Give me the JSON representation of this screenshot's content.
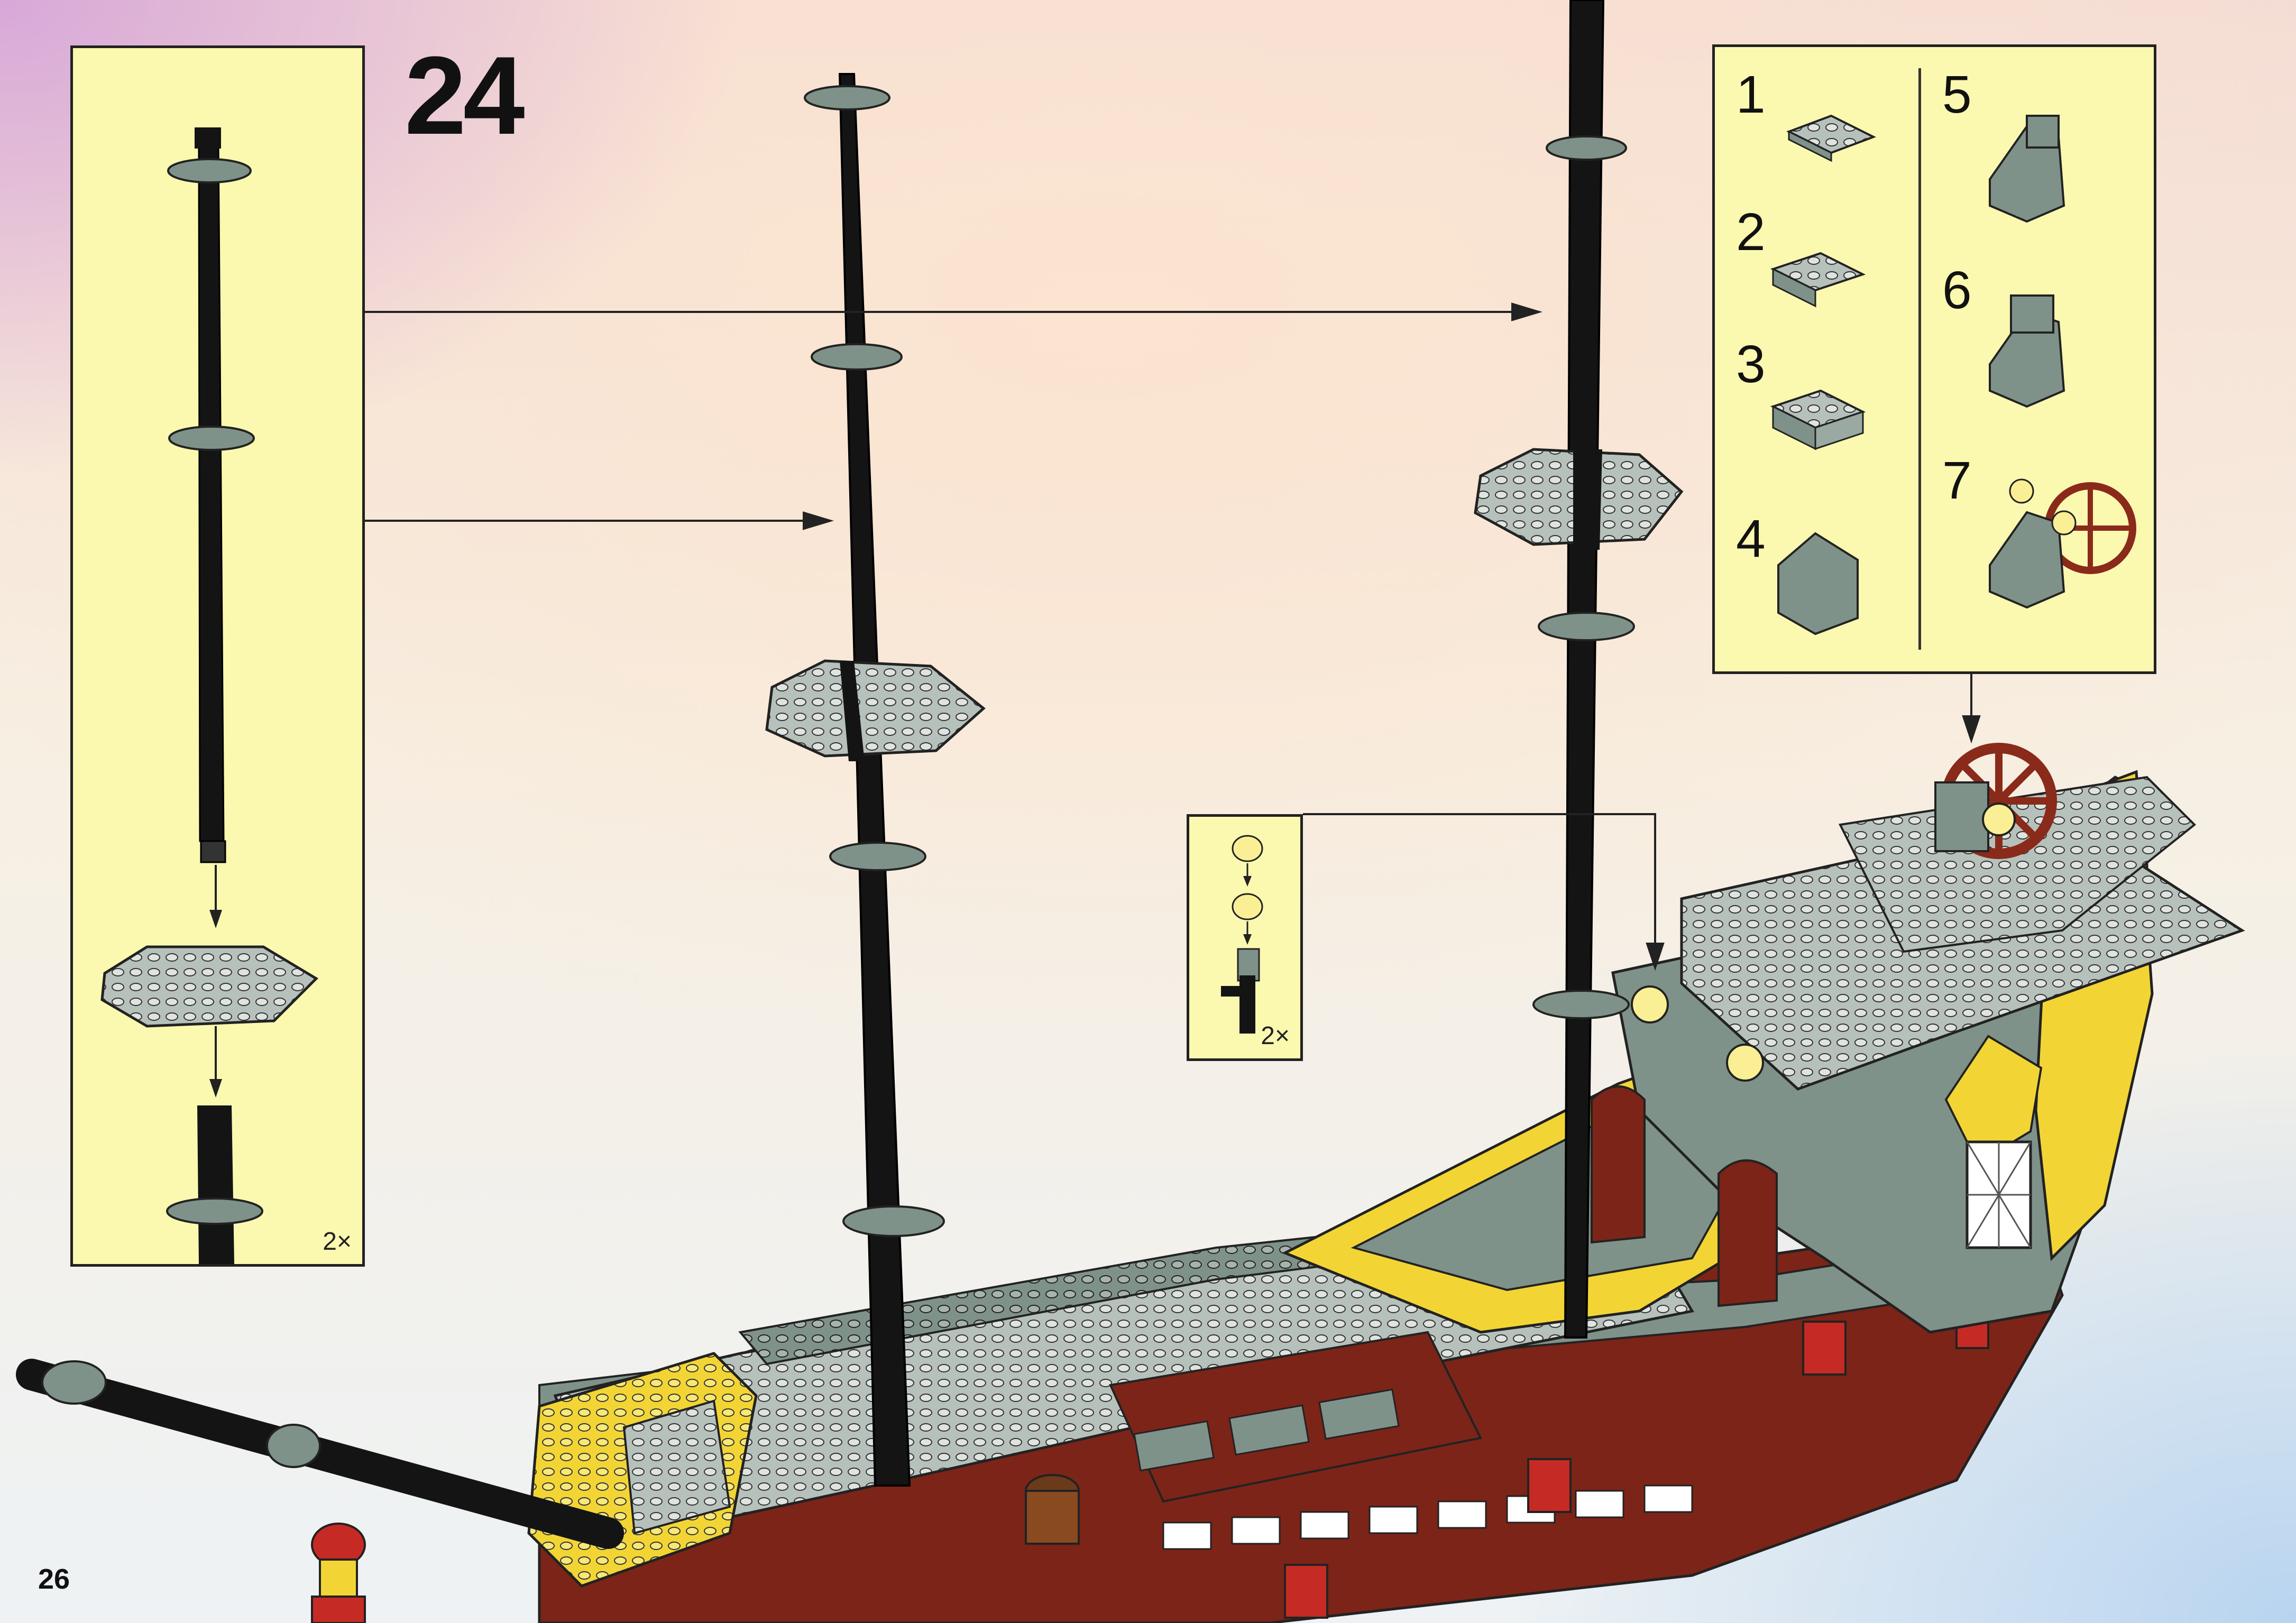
{
  "page": {
    "step_number": "24",
    "page_number": "26"
  },
  "left_panel": {
    "quantity": "2×"
  },
  "small_panel": {
    "quantity": "2×"
  },
  "sub_steps": [
    {
      "label": "1"
    },
    {
      "label": "2"
    },
    {
      "label": "3"
    },
    {
      "label": "4"
    },
    {
      "label": "5"
    },
    {
      "label": "6"
    },
    {
      "label": "7"
    }
  ],
  "colors": {
    "panel_yellow": "#fbf8b0",
    "brick_yellow": "#f2d535",
    "brick_gray": "#7f9289",
    "light_gray": "#bfc8c2",
    "brick_red": "#7c2418",
    "bright_red": "#c62a24",
    "black": "#141414"
  }
}
